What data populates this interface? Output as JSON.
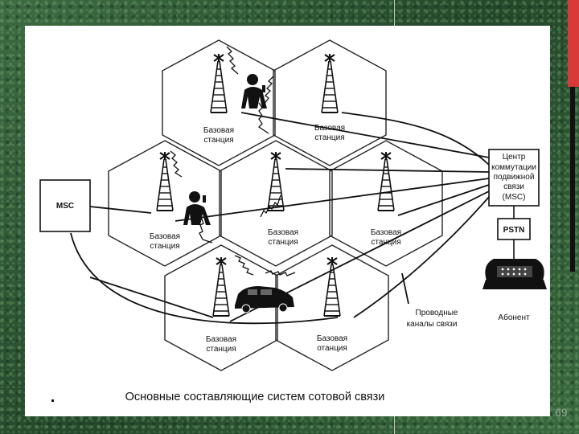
{
  "diagram": {
    "base_station_line1": "Базовая",
    "base_station_line2": "станция",
    "base_station_line2_alt": "отанция",
    "msc_left": "MSC",
    "center_lines": [
      "Центр",
      "коммутации",
      "подвижной",
      "связи",
      "(MSC)"
    ],
    "pstn": "PSTN",
    "subscriber": "Абонент",
    "wired_lines": [
      "Проводные",
      "каналы связи"
    ],
    "caption": "Основные составляющие систем сотовой связи"
  },
  "page_number": "69"
}
